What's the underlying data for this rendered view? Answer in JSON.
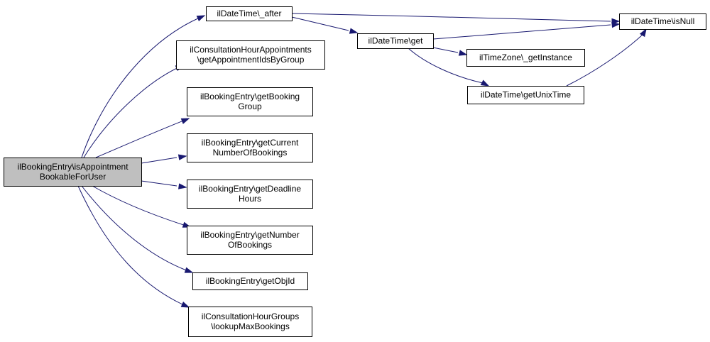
{
  "diagram": {
    "type": "call-graph",
    "colors": {
      "root_fill": "#bfbfbf",
      "node_fill": "#ffffff",
      "border": "#000000",
      "edge": "#191970"
    },
    "nodes": [
      {
        "id": "root",
        "lines": [
          "ilBookingEntry\\isAppointment",
          "BookableForUser"
        ],
        "root": true
      },
      {
        "id": "after",
        "lines": [
          "ilDateTime\\_after"
        ]
      },
      {
        "id": "getApptIds",
        "lines": [
          "ilConsultationHourAppointments",
          "\\getAppointmentIdsByGroup"
        ]
      },
      {
        "id": "getBookingGroup",
        "lines": [
          "ilBookingEntry\\getBooking",
          "Group"
        ]
      },
      {
        "id": "getCurrentNum",
        "lines": [
          "ilBookingEntry\\getCurrent",
          "NumberOfBookings"
        ]
      },
      {
        "id": "getDeadline",
        "lines": [
          "ilBookingEntry\\getDeadline",
          "Hours"
        ]
      },
      {
        "id": "getNumber",
        "lines": [
          "ilBookingEntry\\getNumber",
          "OfBookings"
        ]
      },
      {
        "id": "getObjId",
        "lines": [
          "ilBookingEntry\\getObjId"
        ]
      },
      {
        "id": "lookupMax",
        "lines": [
          "ilConsultationHourGroups",
          "\\lookupMaxBookings"
        ]
      },
      {
        "id": "get",
        "lines": [
          "ilDateTime\\get"
        ]
      },
      {
        "id": "isNull",
        "lines": [
          "ilDateTime\\isNull"
        ]
      },
      {
        "id": "tzInstance",
        "lines": [
          "ilTimeZone\\_getInstance"
        ]
      },
      {
        "id": "getUnix",
        "lines": [
          "ilDateTime\\getUnixTime"
        ]
      }
    ],
    "edges": [
      {
        "from": "root",
        "to": "after"
      },
      {
        "from": "root",
        "to": "getApptIds"
      },
      {
        "from": "root",
        "to": "getBookingGroup"
      },
      {
        "from": "root",
        "to": "getCurrentNum"
      },
      {
        "from": "root",
        "to": "getDeadline"
      },
      {
        "from": "root",
        "to": "getNumber"
      },
      {
        "from": "root",
        "to": "getObjId"
      },
      {
        "from": "root",
        "to": "lookupMax"
      },
      {
        "from": "after",
        "to": "get"
      },
      {
        "from": "after",
        "to": "isNull"
      },
      {
        "from": "get",
        "to": "isNull"
      },
      {
        "from": "get",
        "to": "tzInstance"
      },
      {
        "from": "get",
        "to": "getUnix"
      },
      {
        "from": "getUnix",
        "to": "isNull"
      }
    ]
  }
}
